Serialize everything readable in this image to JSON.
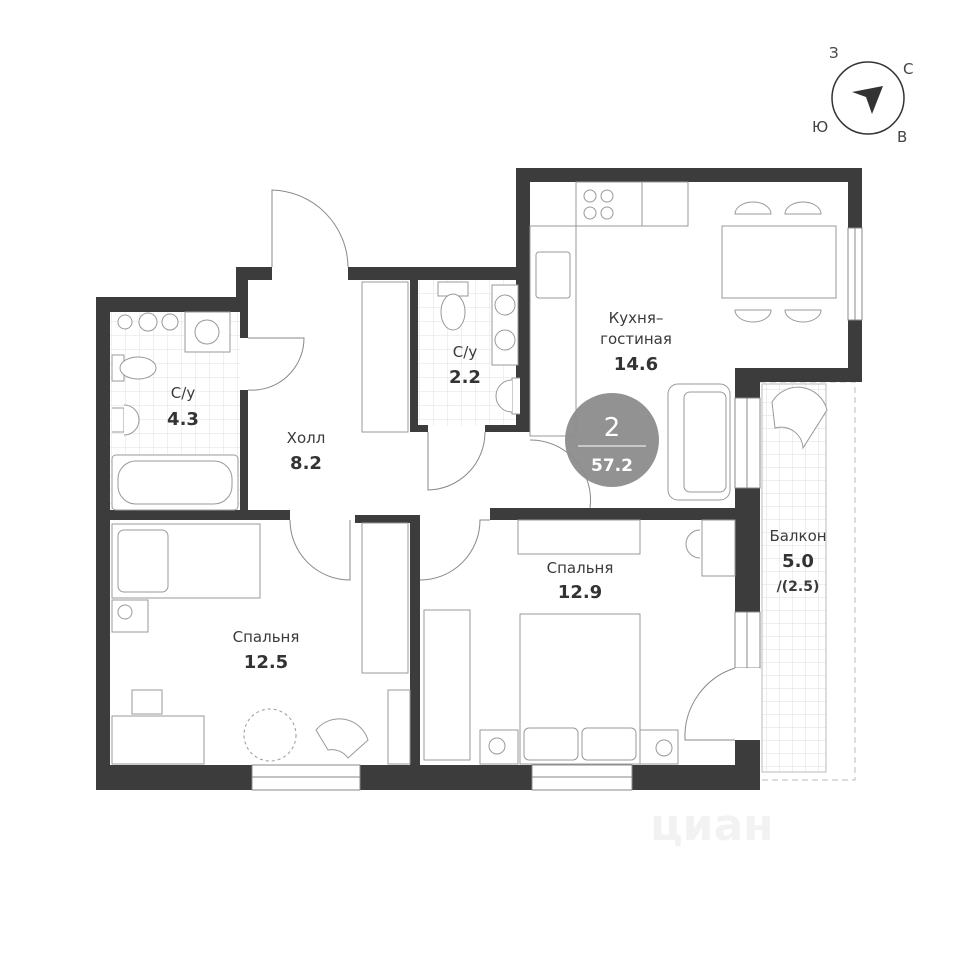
{
  "compass": {
    "north": "С",
    "south": "Ю",
    "east": "В",
    "west": "З"
  },
  "badge": {
    "rooms": "2",
    "total_area": "57.2",
    "color": "#8c8c8c"
  },
  "rooms": [
    {
      "name": "Кухня–",
      "name2": "гостиная",
      "area": "14.6"
    },
    {
      "name": "Холл",
      "area": "8.2"
    },
    {
      "name": "С/у",
      "area": "4.3"
    },
    {
      "name": "С/у",
      "area": "2.2"
    },
    {
      "name": "Спальня",
      "area": "12.5"
    },
    {
      "name": "Спальня",
      "area": "12.9"
    },
    {
      "name": "Балкон",
      "area": "5.0",
      "reduced_area": "/(2.5)"
    }
  ],
  "colors": {
    "wall": "#3c3c3c",
    "line": "#9a9a9a"
  },
  "watermark": "циан"
}
